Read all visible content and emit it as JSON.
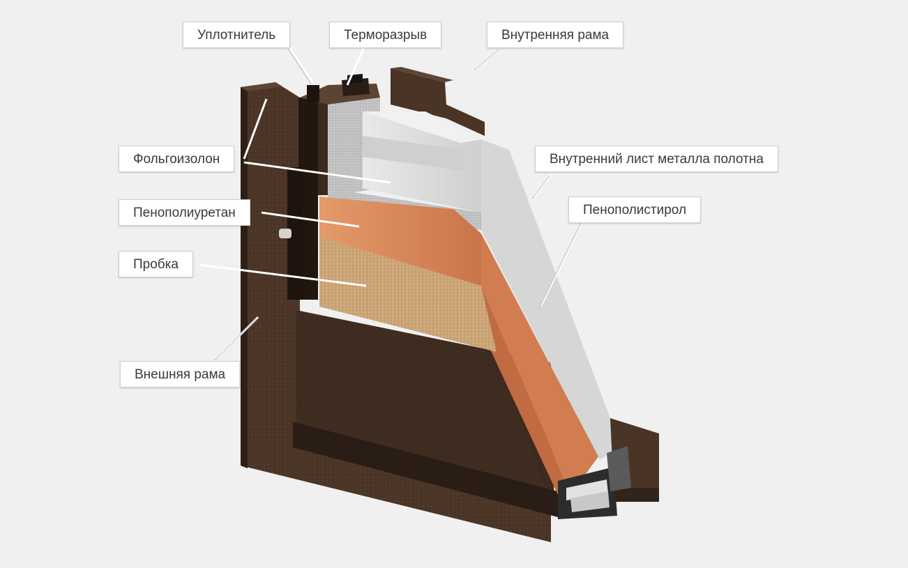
{
  "labels": {
    "seal": "Уплотнитель",
    "thermal_break": "Терморазрыв",
    "inner_frame": "Внутренняя рама",
    "foil_isolon": "Фольгоизолон",
    "inner_metal_sheet": "Внутренний лист металла полотна",
    "polyurethane_foam": "Пенополиуретан",
    "polystyrene_foam": "Пенополистирол",
    "cork": "Пробка",
    "outer_frame": "Внешняя рама"
  },
  "colors": {
    "background": "#f0f0f0",
    "frame_metal": "#4a3426",
    "frame_metal_dark": "#33241a",
    "polystyrene": "#dedede",
    "polyurethane": "#d9875a",
    "cork": "#c9a47a",
    "foil_isolon": "#bdbdbd",
    "leader_line": "#ffffff"
  }
}
